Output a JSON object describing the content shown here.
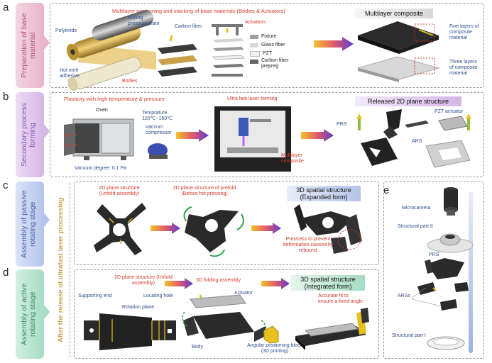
{
  "rows": {
    "a": {
      "letter": "a",
      "side": "Preparation of base material",
      "heading": "Multilayer positioning and stacking of base materials (Bodies & Actuators)",
      "polyimide": "Polyimide",
      "rolling": "Rolling pressure plate",
      "carbon": "Carbon fiber",
      "hotmelt": "Hot melt adhesive",
      "bodies": "Bodies",
      "actuators": "Actuators",
      "legend": [
        "Fixture",
        "Glass fiber",
        "PZT",
        "Carbon fiber prepreg"
      ],
      "composite_title": "Multilayer composite",
      "five": "Five layers of composite material",
      "three": "Three layers of composite material"
    },
    "b": {
      "letter": "b",
      "side": "Secondary process forming",
      "heading": "Plasticity with high temperature & pressure",
      "oven": "Oven",
      "temp_label": "Temprature",
      "temp_value": "120℃~160℃",
      "vacuum": "Vaccum compressor",
      "degree": "Vacuum degree: 0.1 Pa",
      "laser": "Ultra fast laser forming",
      "multilayer": "Multilayer composite",
      "released": "Released 2D plane structure",
      "prs": "PRS",
      "pzt": "PZT actuator",
      "ars": "ARS"
    },
    "c": {
      "letter": "c",
      "side": "Assembly of passive rotating stage",
      "t1": "2D plane structure (Unfold assembly)",
      "t2": "2D plane structure of prefold (Before hot pressing)",
      "t3": "3D spatial structure (Expanded form)",
      "prestress": "Prestress to prevent deformation caused by rebound"
    },
    "d": {
      "letter": "d",
      "side": "Assembly of active rotating stage",
      "t1": "2D plane structure (Unfold assembly)",
      "t2": "3D folding assembly",
      "t3": "3D spatial structure (Integrated form)",
      "supporting": "Supporting end",
      "locating": "Locating hole",
      "rotation": "Rotation plane",
      "actuator": "Actuator",
      "body": "Body",
      "angular": "Angular positioning block (3D printing)",
      "accurate": "Accurate fit to ensure a fixed angle"
    },
    "e": {
      "letter": "e",
      "micro": "Microcamera",
      "part2": "Structural part II",
      "prs": "PRS",
      "arss": "ARSs",
      "part1": "Structural part I"
    },
    "middle_label": "After the release of ultrafast laser processing"
  },
  "colors": {
    "a": "#e7b3c9",
    "b": "#d5b6e6",
    "c": "#b4c4ea",
    "d": "#a6dcc3"
  }
}
